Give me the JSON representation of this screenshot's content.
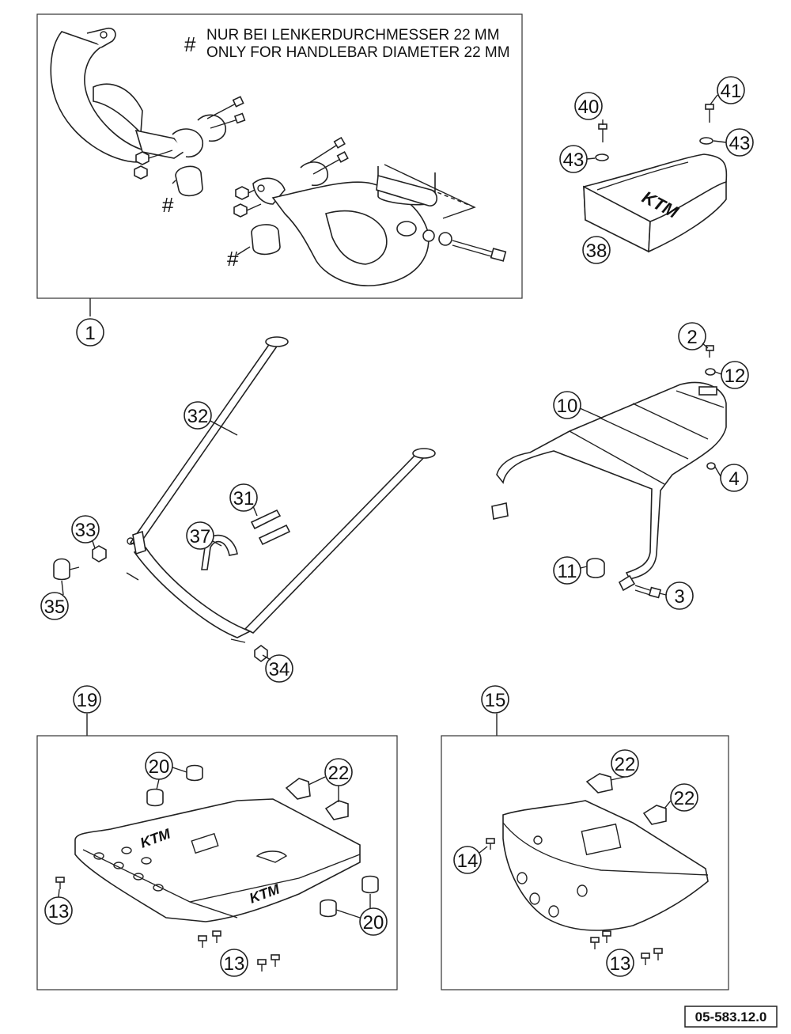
{
  "notes": {
    "hash_symbol": "#",
    "line1": "NUR BEI LENKERDURCHMESSER 22 MM",
    "line2": "ONLY FOR HANDLEBAR DIAMETER 22 MM"
  },
  "callouts": {
    "c1": "1",
    "c2": "2",
    "c3": "3",
    "c4": "4",
    "c10": "10",
    "c11": "11",
    "c12": "12",
    "c13a": "13",
    "c13b": "13",
    "c13c": "13",
    "c14": "14",
    "c15": "15",
    "c19": "19",
    "c20a": "20",
    "c20b": "20",
    "c22a": "22",
    "c22b": "22",
    "c22c": "22",
    "c31": "31",
    "c32": "32",
    "c33": "33",
    "c34": "34",
    "c35": "35",
    "c37": "37",
    "c38": "38",
    "c40": "40",
    "c41": "41",
    "c43a": "43",
    "c43b": "43"
  },
  "doc_id": "05-583.12.0",
  "tank_logo": "KTM",
  "plate_logo": "KTM"
}
